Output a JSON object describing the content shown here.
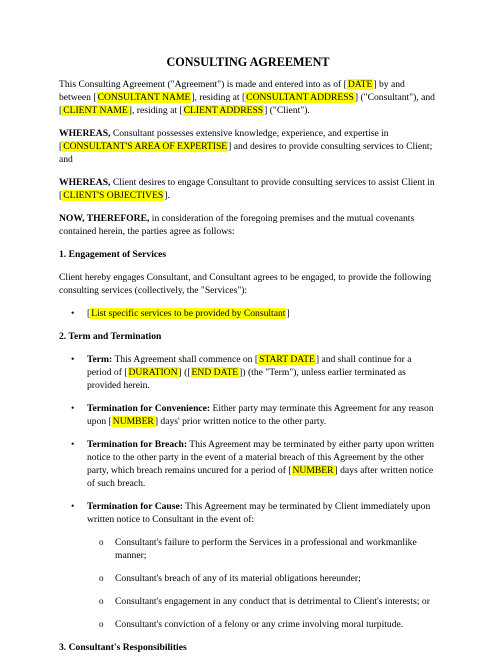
{
  "title": "CONSULTING AGREEMENT",
  "intro": {
    "t1": "This Consulting Agreement (\"Agreement\") is made and entered into as of [",
    "date": "DATE",
    "t2": "] by and between [",
    "consultant_name": "CONSULTANT NAME",
    "t3": "], residing at [",
    "consultant_address": "CONSULTANT ADDRESS",
    "t4": "] (\"Consultant\"), and [",
    "client_name": "CLIENT NAME",
    "t5": "], residing at [",
    "client_address": "CLIENT ADDRESS",
    "t6": "] (\"Client\")."
  },
  "whereas1": {
    "label": "WHEREAS,",
    "t1": " Consultant possesses extensive knowledge, experience, and expertise in [",
    "field": "CONSULTANT'S AREA OF EXPERTISE",
    "t2": "] and desires to provide consulting services to Client; and"
  },
  "whereas2": {
    "label": "WHEREAS,",
    "t1": " Client desires to engage Consultant to provide consulting services to assist Client in [",
    "field": "CLIENT'S OBJECTIVES",
    "t2": "]."
  },
  "now_therefore": {
    "label": "NOW, THEREFORE,",
    "t1": " in consideration of the foregoing premises and the mutual covenants contained herein, the parties agree as follows:"
  },
  "section1": {
    "heading": "1. Engagement of Services",
    "text": "Client hereby engages Consultant, and Consultant agrees to be engaged, to provide the following consulting services (collectively, the \"Services\"):",
    "bullet_pre": "[",
    "bullet_field": "List specific services to be provided by Consultant",
    "bullet_post": "]"
  },
  "section2": {
    "heading": "2. Term and Termination",
    "term": {
      "label": "Term:",
      "t1": " This Agreement shall commence on [",
      "start": "START DATE",
      "t2": "] and shall continue for a period of [",
      "duration": "DURATION",
      "t3": "] ([",
      "end": "END DATE",
      "t4": "]) (the \"Term\"), unless earlier terminated as provided herein."
    },
    "convenience": {
      "label": "Termination for Convenience:",
      "t1": " Either party may terminate this Agreement for any reason upon [",
      "number": "NUMBER",
      "t2": "] days' prior written notice to the other party."
    },
    "breach": {
      "label": "Termination for Breach:",
      "t1": " This Agreement may be terminated by either party upon written notice to the other party in the event of a material breach of this Agreement by the other party, which breach remains uncured for a period of [",
      "number": "NUMBER",
      "t2": "] days after written notice of such breach."
    },
    "cause": {
      "label": "Termination for Cause:",
      "t1": " This Agreement may be terminated by Client immediately upon written notice to Consultant in the event of:",
      "items": [
        "Consultant's failure to perform the Services in a professional and workmanlike manner;",
        "Consultant's breach of any of its material obligations hereunder;",
        "Consultant's engagement in any conduct that is detrimental to Client's interests; or",
        "Consultant's conviction of a felony or any crime involving moral turpitude."
      ]
    }
  },
  "section3": {
    "heading": "3. Consultant's Responsibilities"
  }
}
